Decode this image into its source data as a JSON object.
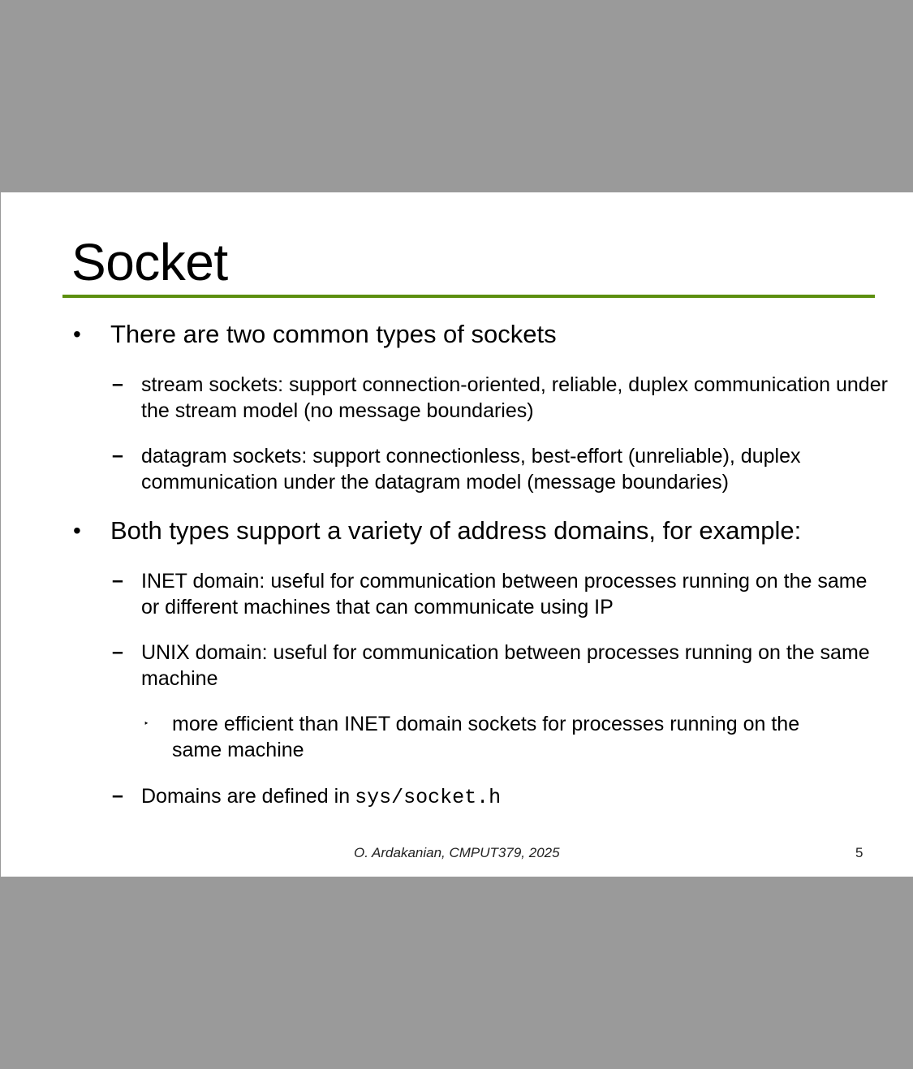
{
  "slide": {
    "title": "Socket",
    "bullets": [
      {
        "marker": "•",
        "text": "There are two common types of sockets",
        "sub": [
          {
            "marker": "–",
            "text": "stream sockets: support connection-oriented, reliable, duplex communication under the stream model (no message boundaries)"
          },
          {
            "marker": "–",
            "text": "datagram sockets: support connectionless, best-effort (unreliable), duplex communication under the datagram model (message boundaries)"
          }
        ]
      },
      {
        "marker": "•",
        "text": "Both types support a variety of address domains, for example:",
        "sub": [
          {
            "marker": "–",
            "text": "INET domain: useful for communication between processes running on the same or different machines that can communicate using IP"
          },
          {
            "marker": "–",
            "text": "UNIX domain: useful for communication between processes running on the same machine",
            "sub": [
              {
                "marker": "‣",
                "text": "more efficient than INET domain sockets for processes running on the same machine"
              }
            ]
          },
          {
            "marker": "–",
            "text": "Domains are defined in",
            "code": "sys/socket.h"
          }
        ]
      }
    ],
    "footer": "O. Ardakanian, CMPUT379, 2025",
    "page_number": "5"
  },
  "colors": {
    "background": "#9a9a9a",
    "slide": "#ffffff",
    "title_rule": "#5c8f0f"
  }
}
